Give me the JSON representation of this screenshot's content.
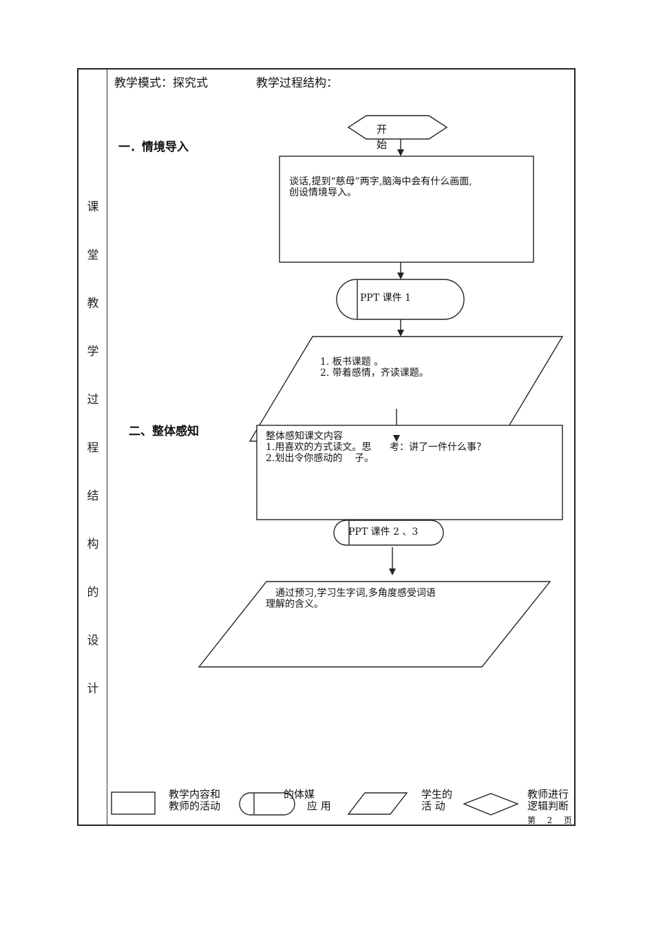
{
  "header": {
    "teaching_mode": "教学模式：探究式",
    "process_structure": "教学过程结构："
  },
  "side_title": [
    "课",
    "堂",
    "教",
    "学",
    "过",
    "程",
    "结",
    "构",
    "的",
    "设",
    "计"
  ],
  "sections": [
    {
      "label": "一．情境导入"
    },
    {
      "label": "二、整体感知"
    }
  ],
  "flow": {
    "start": {
      "line1": "开",
      "line2": "始"
    },
    "step1": {
      "line1": "谈话,提到“慈母”两字,脑海中会有什么画面,",
      "line2": "创设情境导入。"
    },
    "media1": "PPT 课件 1",
    "activity1": {
      "line1": "1. 板书课题 。",
      "line2": "2. 带着感情，齐读课题。"
    },
    "step2": {
      "line1": "整体感知课文内容",
      "line2": "1.用喜欢的方式读文。思      考：讲了一件什么事？",
      "line3": "2.划出令你感动的    子。"
    },
    "media2": "PPT 课件 2 、3",
    "activity2": {
      "line1": "通过预习,学习生字词,多角度感受词语",
      "line2": "理解的含义。"
    }
  },
  "legend": {
    "teacher_activity": {
      "line1": "教学内容和",
      "line2": "教师的活动"
    },
    "media_use": {
      "line1": "的体媒",
      "line2": "应 用"
    },
    "student_activity": {
      "line1": "学生的",
      "line2": "活 动"
    },
    "teacher_judgement": {
      "line1": "教师进行",
      "line2": "逻辑判断"
    }
  },
  "footer": {
    "page_label": "第  2  页"
  }
}
